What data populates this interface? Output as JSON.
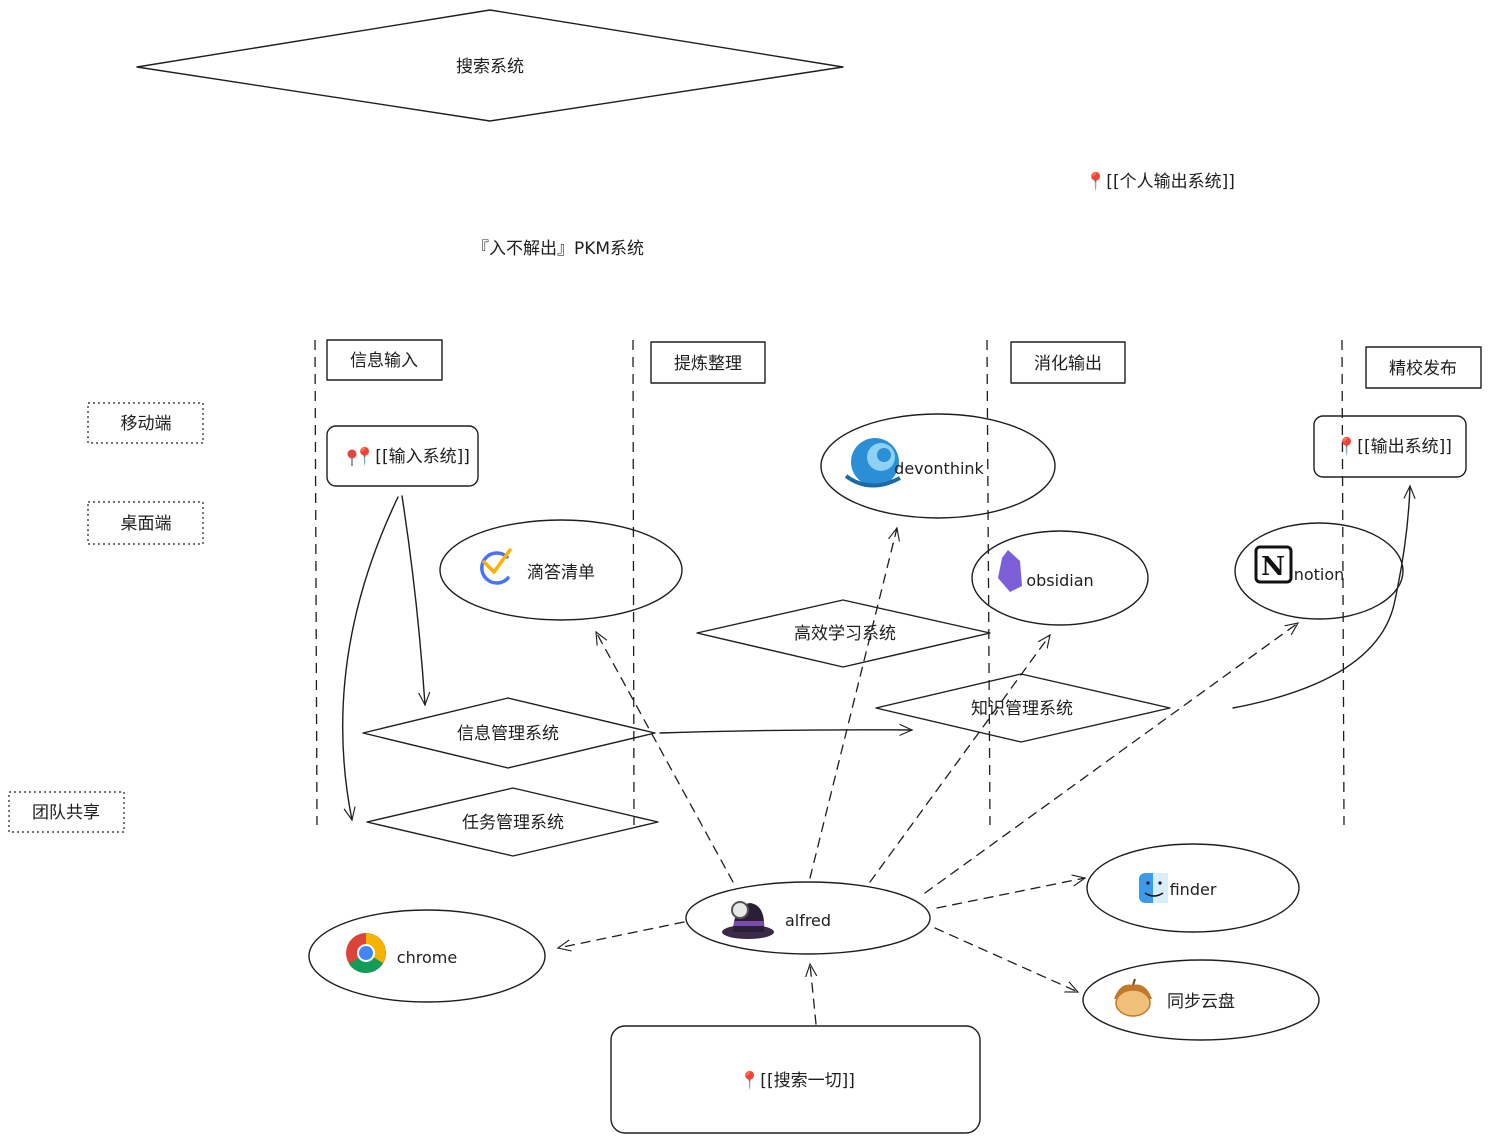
{
  "texts": {
    "search_system": "搜索系统",
    "personal_output": "📍[[个人输出系统]]",
    "pkm_title": "『入不解出』PKM系统",
    "lane_input": "信息输入",
    "lane_refine": "提炼整理",
    "lane_digest": "消化输出",
    "lane_publish": "精校发布",
    "mobile": "移动端",
    "desktop": "桌面端",
    "team_share": "团队共享",
    "input_system": "📍[[输入系统]]",
    "output_system": "📍[[输出系统]]",
    "search_all": "📍[[搜索一切]]",
    "ticktick": "滴答清单",
    "devonthink": "devonthink",
    "obsidian": "obsidian",
    "notion": "notion",
    "efficient_learning": "高效学习系统",
    "info_mgmt": "信息管理系统",
    "knowledge_mgmt": "知识管理系统",
    "task_mgmt": "任务管理系统",
    "alfred": "alfred",
    "chrome": "chrome",
    "finder": "finder",
    "sync_cloud": "同步云盘"
  },
  "icons": {
    "ticktick": "checkmark-circle-icon",
    "devonthink": "devonthink-icon",
    "obsidian": "obsidian-icon",
    "notion": "notion-icon",
    "alfred": "alfred-hat-icon",
    "chrome": "chrome-icon",
    "finder": "finder-icon",
    "sync_cloud": "acorn-icon",
    "pin": "pin-icon"
  },
  "colors": {
    "stroke": "#1e1e1e",
    "ticktick_blue": "#4772fa",
    "ticktick_yellow": "#ffb000",
    "devonthink_blue": "#2a8fd6",
    "obsidian_purple": "#7c5fd6",
    "chrome_red": "#db4437",
    "chrome_yellow": "#f4b400",
    "chrome_green": "#0f9d58",
    "chrome_blue": "#4285f4",
    "finder_blue": "#3a9bea",
    "acorn_orange": "#e8a23a",
    "pin_red": "#e0443a"
  }
}
